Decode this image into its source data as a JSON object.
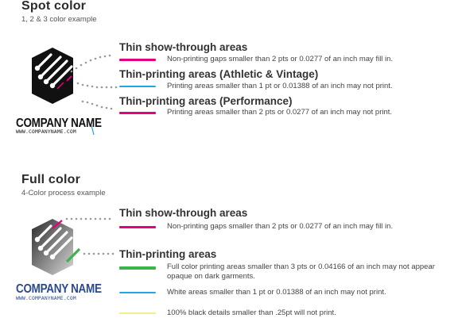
{
  "spot": {
    "title": "Spot color",
    "subtitle": "1, 2 & 3 color example",
    "logo": {
      "company": "COMPANY NAME",
      "url": "WWW.COMPANYNAME.COM"
    },
    "items": [
      {
        "title": "Thin show-through areas",
        "lines": [
          {
            "color": "#e6007e",
            "text": "Non-printing gaps smaller than 2 pts or 0.0277 of an inch may fill in."
          }
        ]
      },
      {
        "title": "Thin-printing areas (Athletic & Vintage)",
        "lines": [
          {
            "color": "#1ea8e6",
            "text": "Printing areas smaller than 1 pt or 0.01388 of an inch may not print."
          }
        ]
      },
      {
        "title": "Thin-printing areas (Performance)",
        "lines": [
          {
            "color": "#e6007e",
            "text": "Printing areas smaller than 2 pts or 0.0277 of an inch may not print."
          }
        ]
      }
    ]
  },
  "full": {
    "title": "Full color",
    "subtitle": "4-Color process example",
    "logo": {
      "company": "COMPANY NAME",
      "url": "WWW.COMPANYNAME.COM",
      "company_color": "#2b4a8a",
      "url_color": "#2b4a8a"
    },
    "items": [
      {
        "title": "Thin show-through areas",
        "lines": [
          {
            "color": "#e6007e",
            "text": "Non-printing gaps smaller than 2 pts or 0.0277 of an inch may fill in."
          }
        ]
      },
      {
        "title": "Thin-printing areas",
        "lines": [
          {
            "color": "#3cb44a",
            "text": "Full color printing areas smaller than 3 pts or 0.04166 of an inch may not appear opaque on dark garments."
          },
          {
            "color": "#1ea8e6",
            "text": "White areas smaller than 1 pt or 0.01388 of an inch may not print."
          },
          {
            "color": "#f2ee8c",
            "text": "100% black details smaller than .25pt will not print."
          }
        ]
      }
    ]
  }
}
